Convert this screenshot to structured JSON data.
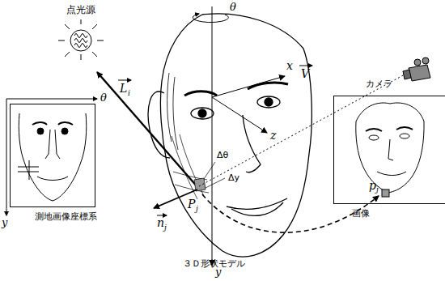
{
  "diagram": {
    "nodes": [
      {
        "text": [
          "測地画像座標系"
        ]
      },
      {
        "text": [
          "画像"
        ]
      }
    ],
    "labels": [
      "点光源",
      "L",
      "i",
      "θ",
      "x",
      "カメラ",
      "V",
      "z",
      "Δθ",
      "Δy",
      "θ",
      "y",
      "P",
      "j",
      "n",
      "j",
      "３Ｄ形状モデル",
      "y",
      "p",
      "j"
    ]
  }
}
